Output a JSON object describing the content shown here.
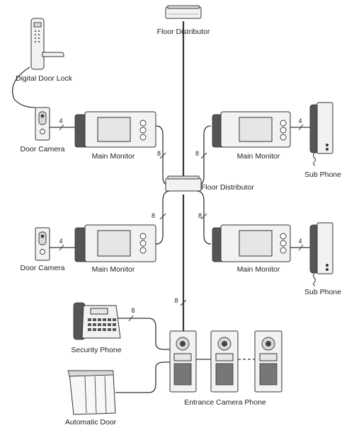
{
  "devices": {
    "floor_distributor_top": "Floor Distributor",
    "floor_distributor_mid": "Floor Distributor",
    "digital_door_lock": "Digital Door Lock",
    "door_camera_1": "Door Camera",
    "door_camera_2": "Door Camera",
    "main_monitor_1": "Main Monitor",
    "main_monitor_2": "Main Monitor",
    "main_monitor_3": "Main Monitor",
    "main_monitor_4": "Main Monitor",
    "sub_phone_1": "Sub Phone",
    "sub_phone_2": "Sub Phone",
    "security_phone": "Security Phone",
    "automatic_door": "Automatic Door",
    "entrance_camera_phone": "Entrance Camera Phone"
  },
  "wire_counts": {
    "door_camera_1": "4",
    "door_camera_2": "4",
    "sub_phone_1": "4",
    "sub_phone_2": "4",
    "monitor_1_bus": "8",
    "monitor_2_bus": "8",
    "monitor_3_bus": "8",
    "monitor_4_bus": "8",
    "security_phone": "8",
    "entrance_bus": "8"
  }
}
